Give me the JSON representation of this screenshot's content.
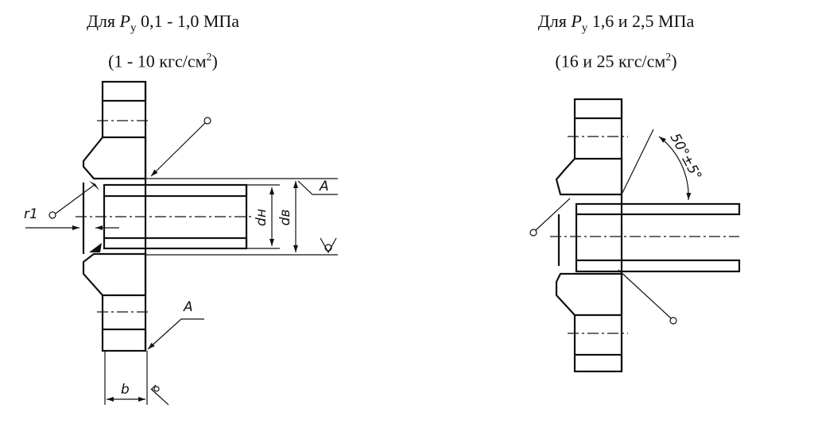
{
  "left": {
    "title_prefix": "Для ",
    "title_p": "P",
    "title_sub": "y",
    "title_suffix": " 0,1 - 1,0 МПа",
    "subtitle_main": "(1 - 10 кгс/см",
    "subtitle_sup": "2",
    "subtitle_end": ")",
    "labels": {
      "r1": "r1",
      "dn": "dн",
      "dv": "dв",
      "a_top": "A",
      "a_bottom": "A",
      "b": "b"
    }
  },
  "right": {
    "title_prefix": "Для ",
    "title_p": "P",
    "title_sub": "y",
    "title_suffix": " 1,6 и 2,5 МПа",
    "subtitle_main": "(16 и 25 кгс/см",
    "subtitle_sup": "2",
    "subtitle_end": ")",
    "labels": {
      "angle": "50°±5°"
    }
  }
}
